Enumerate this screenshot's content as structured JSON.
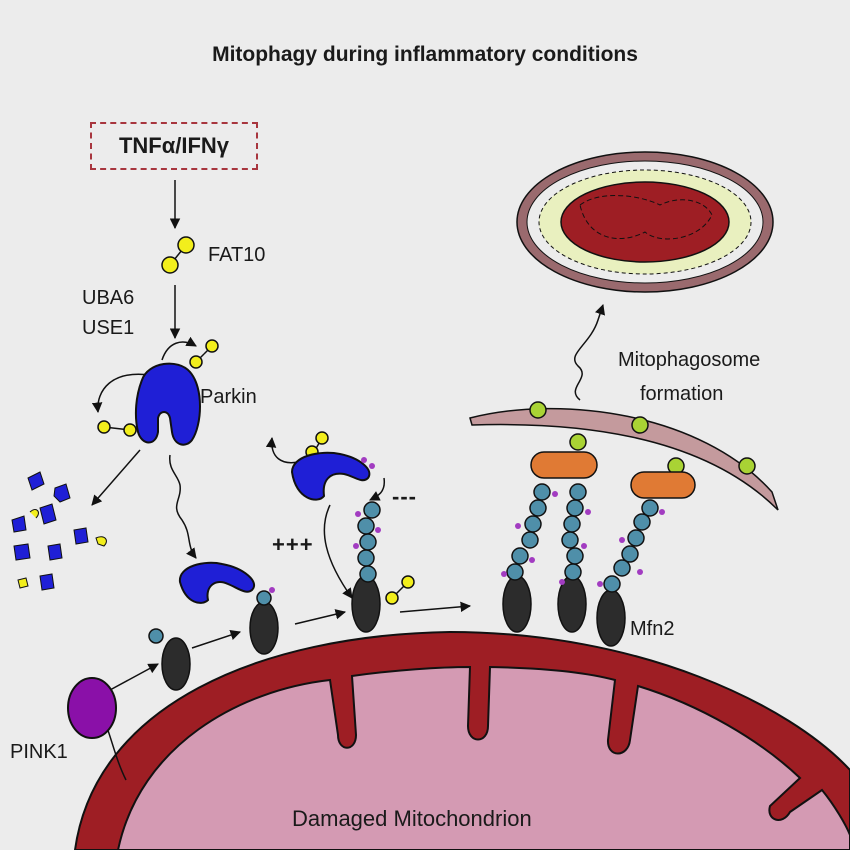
{
  "title": "Mitophagy during inflammatory conditions",
  "stimulus": "TNFα/IFNγ",
  "labels": {
    "fat10": "FAT10",
    "uba6": "UBA6",
    "use1": "USE1",
    "parkin": "Parkin",
    "mitophagosome_line1": "Mitophagosome",
    "mitophagosome_line2": "formation",
    "mfn2": "Mfn2",
    "pink1": "PINK1",
    "mitochondrion": "Damaged Mitochondrion",
    "plus": "+++",
    "minus": "---"
  },
  "colors": {
    "background": "#ececec",
    "mito_outer": "#9e1e24",
    "mito_inner": "#d49ab3",
    "parkin": "#1f1fd6",
    "fat10": "#f2ee1c",
    "ubiquitin_green": "#a9d334",
    "mfn2": "#2c2c2c",
    "chain_bead": "#4f8fa9",
    "chain_dot": "#a23cc1",
    "pink1": "#8a10a8",
    "receptor_orange": "#e07a34",
    "membrane": "#c49a9d",
    "phagosome_ring": "#9a6a6e",
    "phagosome_fill": "#e9f0bf"
  }
}
